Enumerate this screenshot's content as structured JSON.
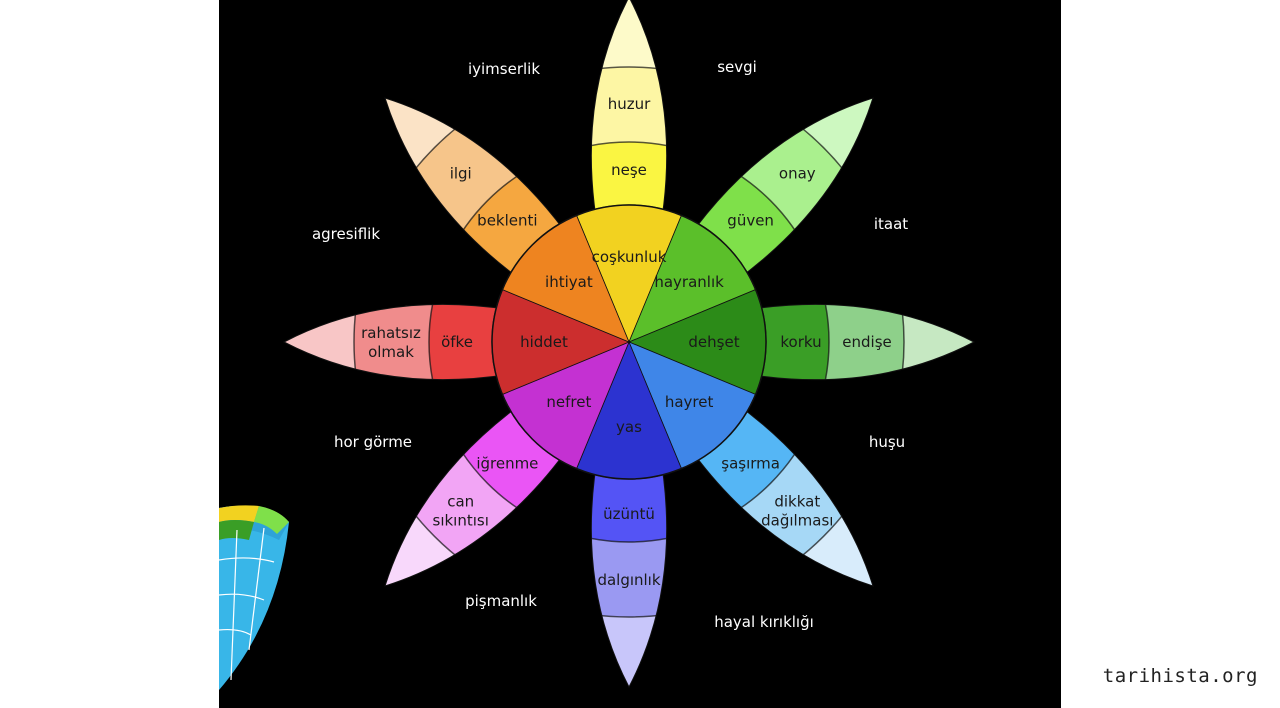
{
  "watermark": "tarihista.org",
  "petals": [
    {
      "id": "joy",
      "color": "#f5d000",
      "tiers": [
        "coşkunluk",
        "neşe",
        "huzur"
      ],
      "tier_colors": [
        "#f2d220",
        "#faf542",
        "#fdf6a4",
        "#fdfac9"
      ]
    },
    {
      "id": "trust",
      "color": "#5cc12c",
      "tiers": [
        "hayranlık",
        "güven",
        "onay"
      ],
      "tier_colors": [
        "#5bbf2a",
        "#7fe04a",
        "#aaf08e",
        "#cdf8c0"
      ]
    },
    {
      "id": "fear",
      "color": "#2e8a1a",
      "tiers": [
        "dehşet",
        "korku",
        "endişe"
      ],
      "tier_colors": [
        "#2c8b18",
        "#3a9e26",
        "#8ed08a",
        "#c6e8c2"
      ]
    },
    {
      "id": "surprise",
      "color": "#3a86e6",
      "tiers": [
        "hayret",
        "şaşırma",
        "dikkat\ndağılması"
      ],
      "tier_colors": [
        "#3f86e8",
        "#55b6f5",
        "#a6d8f6",
        "#d8ecfb"
      ]
    },
    {
      "id": "sadness",
      "color": "#2b30d6",
      "tiers": [
        "yas",
        "üzüntü",
        "dalgınlık"
      ],
      "tier_colors": [
        "#2c33d0",
        "#5454f5",
        "#9a99f2",
        "#c8c6fa"
      ]
    },
    {
      "id": "disgust",
      "color": "#c832d4",
      "tiers": [
        "nefret",
        "iğrenme",
        "can\nsıkıntısı"
      ],
      "tier_colors": [
        "#c431d2",
        "#ea55f5",
        "#f2a5f5",
        "#f8d8fb"
      ]
    },
    {
      "id": "anger",
      "color": "#cc2d2d",
      "tiers": [
        "hiddet",
        "öfke",
        "rahatsız\nolmak"
      ],
      "tier_colors": [
        "#cc2e2e",
        "#e84040",
        "#f08c8c",
        "#f8c6c6"
      ]
    },
    {
      "id": "anticipation",
      "color": "#f08a1f",
      "tiers": [
        "ihtiyat",
        "beklenti",
        "ilgi"
      ],
      "tier_colors": [
        "#ee8420",
        "#f5a740",
        "#f6c58a",
        "#fbe3c6"
      ]
    }
  ],
  "outer_labels": [
    "sevgi",
    "itaat",
    "huşu",
    "hayal kırıklığı",
    "pişmanlık",
    "hor görme",
    "agresiflik",
    "iyimserlik"
  ]
}
